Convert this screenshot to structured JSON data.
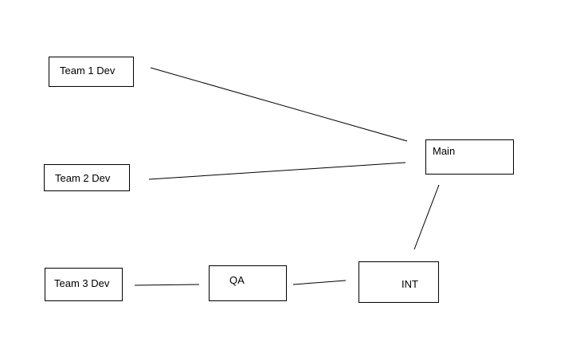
{
  "diagram": {
    "nodes": {
      "team1": {
        "label": "Team 1 Dev"
      },
      "team2": {
        "label": "Team 2 Dev"
      },
      "team3": {
        "label": "Team 3 Dev"
      },
      "qa": {
        "label": "QA"
      },
      "int": {
        "label": "INT"
      },
      "main": {
        "label": "Main"
      }
    },
    "connectors": [
      {
        "from": "team1",
        "to": "main"
      },
      {
        "from": "team2",
        "to": "main"
      },
      {
        "from": "team3",
        "to": "qa"
      },
      {
        "from": "qa",
        "to": "int"
      },
      {
        "from": "int",
        "to": "main"
      }
    ]
  }
}
